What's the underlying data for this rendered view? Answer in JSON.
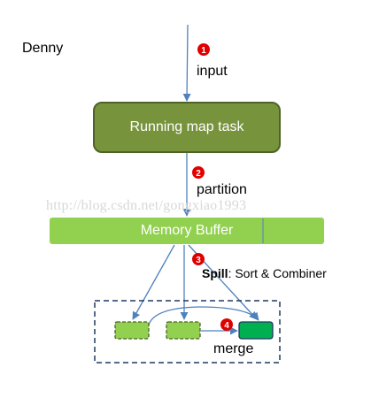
{
  "author": "Denny",
  "steps": [
    {
      "number": "1",
      "label": "input"
    },
    {
      "number": "2",
      "label": "partition"
    },
    {
      "number": "3",
      "label_bold": "Spill",
      "label_rest": ": Sort & Combiner"
    },
    {
      "number": "4",
      "label": "merge"
    }
  ],
  "boxes": {
    "map_task": "Running map task",
    "memory_buffer": "Memory Buffer"
  },
  "watermark": "http://blog.csdn.net/gongxiao1993",
  "colors": {
    "map_task_fill": "#77933c",
    "map_task_border": "#4f6228",
    "buffer_fill": "#92d050",
    "spill_file_fill": "#92d050",
    "merged_file_fill": "#00b050",
    "arrow": "#4f81bd",
    "step_badge": "#e00000",
    "dashed_border": "#1f3864"
  }
}
